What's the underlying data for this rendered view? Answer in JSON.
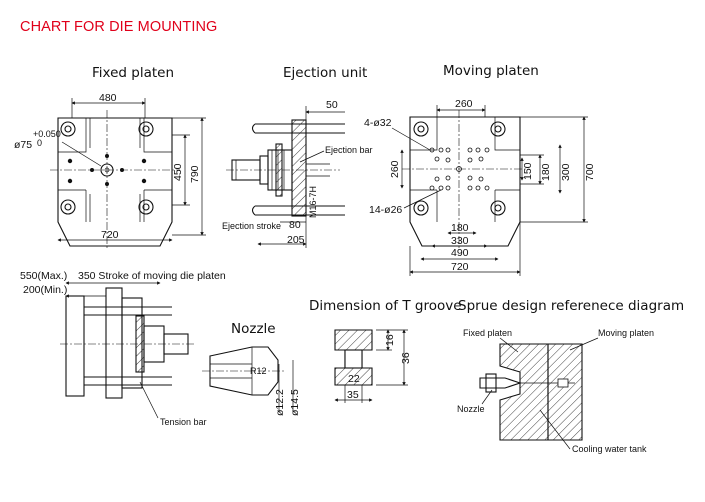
{
  "page_title": "CHART FOR DIE MOUNTING",
  "fixed_platen": {
    "title": "Fixed platen",
    "dims": {
      "top": "480",
      "bottom": "720",
      "right_inner": "450",
      "right_outer": "790",
      "bore": "ø75",
      "bore_tol": "+0.050",
      "bore_tol2": "0"
    }
  },
  "ejection_unit": {
    "title": "Ejection unit",
    "dims": {
      "top": "50",
      "stroke_label": "Ejection stroke",
      "stroke": "80",
      "bottom": "205",
      "thread": "M16-7H",
      "bar_label": "Ejection bar"
    }
  },
  "moving_platen": {
    "title": "Moving platen",
    "dims": {
      "top": "260",
      "left": "260",
      "holes_large": "4-ø32",
      "holes_small": "14-ø26",
      "r150": "150",
      "r180": "180",
      "r300": "300",
      "r700": "700",
      "b180": "180",
      "b330": "330",
      "b490": "490",
      "b720": "720"
    }
  },
  "side_view": {
    "max": "550(Max.)",
    "min": "200(Min.)",
    "stroke": "350 Stroke of moving die platen",
    "tension_bar": "Tension bar"
  },
  "nozzle": {
    "title": "Nozzle",
    "d1": "ø12.2",
    "d2": "ø14.5",
    "r": "R12"
  },
  "t_groove": {
    "title": "Dimension of T groove",
    "d16": "16",
    "d36": "36",
    "d22": "22",
    "d35": "35"
  },
  "sprue": {
    "title": "Sprue design referenece diagram",
    "fixed": "Fixed platen",
    "moving": "Moving platen",
    "nozzle": "Nozzle",
    "cooling": "Cooling water tank"
  }
}
